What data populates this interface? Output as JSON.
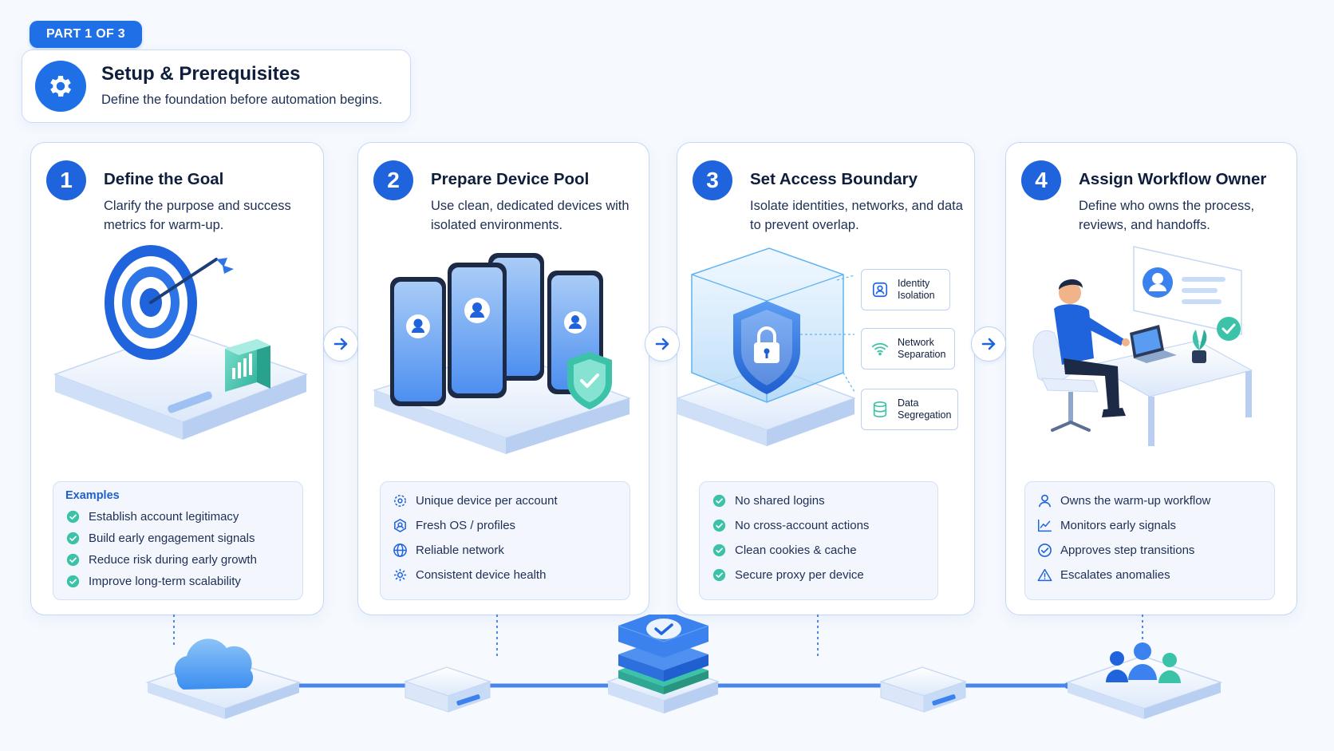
{
  "badge": "PART 1 OF 3",
  "header": {
    "title": "Setup & Prerequisites",
    "subtitle": "Define the foundation before automation begins."
  },
  "steps": [
    {
      "number": "1",
      "title": "Define the Goal",
      "description": "Clarify the purpose and success metrics for warm-up.",
      "list_label": "Examples",
      "items": [
        "Establish account legitimacy",
        "Build early engagement signals",
        "Reduce risk during early growth",
        "Improve long-term scalability"
      ]
    },
    {
      "number": "2",
      "title": "Prepare Device Pool",
      "description": "Use clean, dedicated devices with isolated environments.",
      "items": [
        "Unique device per account",
        "Fresh OS / profiles",
        "Reliable network",
        "Consistent device health"
      ]
    },
    {
      "number": "3",
      "title": "Set Access Boundary",
      "description": "Isolate identities, networks, and data to prevent overlap.",
      "boundary_tags": [
        {
          "line1": "Identity",
          "line2": "Isolation",
          "icon": "user-icon"
        },
        {
          "line1": "Network",
          "line2": "Separation",
          "icon": "wifi-icon"
        },
        {
          "line1": "Data",
          "line2": "Segregation",
          "icon": "database-icon"
        }
      ],
      "items": [
        "No shared logins",
        "No cross-account actions",
        "Clean cookies & cache",
        "Secure proxy per device"
      ]
    },
    {
      "number": "4",
      "title": "Assign Workflow Owner",
      "description": "Define who owns the process, reviews, and handoffs.",
      "items": [
        "Owns the warm-up workflow",
        "Monitors early signals",
        "Approves step transitions",
        "Escalates anomalies"
      ]
    }
  ],
  "colors": {
    "primary": "#1f63dd",
    "accent_teal": "#3cc2a8",
    "border": "#c5d8f3",
    "background": "#f6f9fe"
  }
}
